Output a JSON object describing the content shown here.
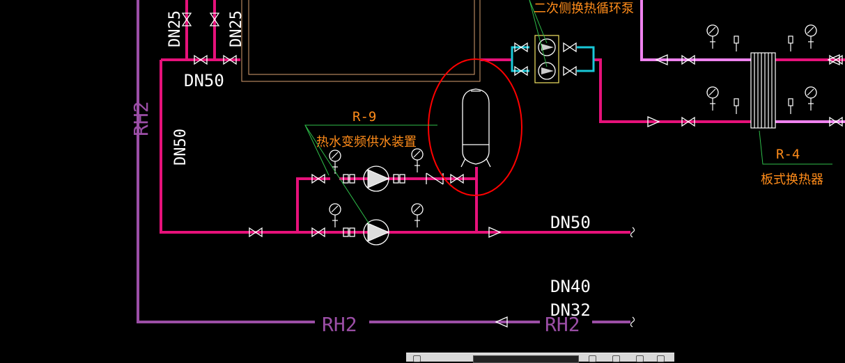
{
  "labels": {
    "secondary_pump": "二次侧换热循环泵",
    "r9_tag": "R-9",
    "r9_desc": "热水变频供水装置",
    "r4_tag": "R-4",
    "r4_desc": "板式换热器",
    "dn25_a": "DN25",
    "dn25_b": "DN25",
    "dn50_top": "DN50",
    "dn50_vertical": "DN50",
    "dn50_main": "DN50",
    "dn40": "DN40",
    "dn32": "DN32",
    "rh2_vertical": "RH2",
    "rh2_bottom_left": "RH2",
    "rh2_bottom_right": "RH2"
  },
  "colors": {
    "background": "#000000",
    "supply_pipe": "#e6117a",
    "return_pipe": "#9b4ea6",
    "light_pipe": "#ee82ee",
    "tank_outline": "#ff0000",
    "text_orange": "#ff8c1a",
    "text_white": "#ffffff",
    "leader_green": "#2fbf4a",
    "pump_frame": "#f5e663",
    "cyan": "#19c8d8",
    "tank_lines": "#d8a070"
  }
}
